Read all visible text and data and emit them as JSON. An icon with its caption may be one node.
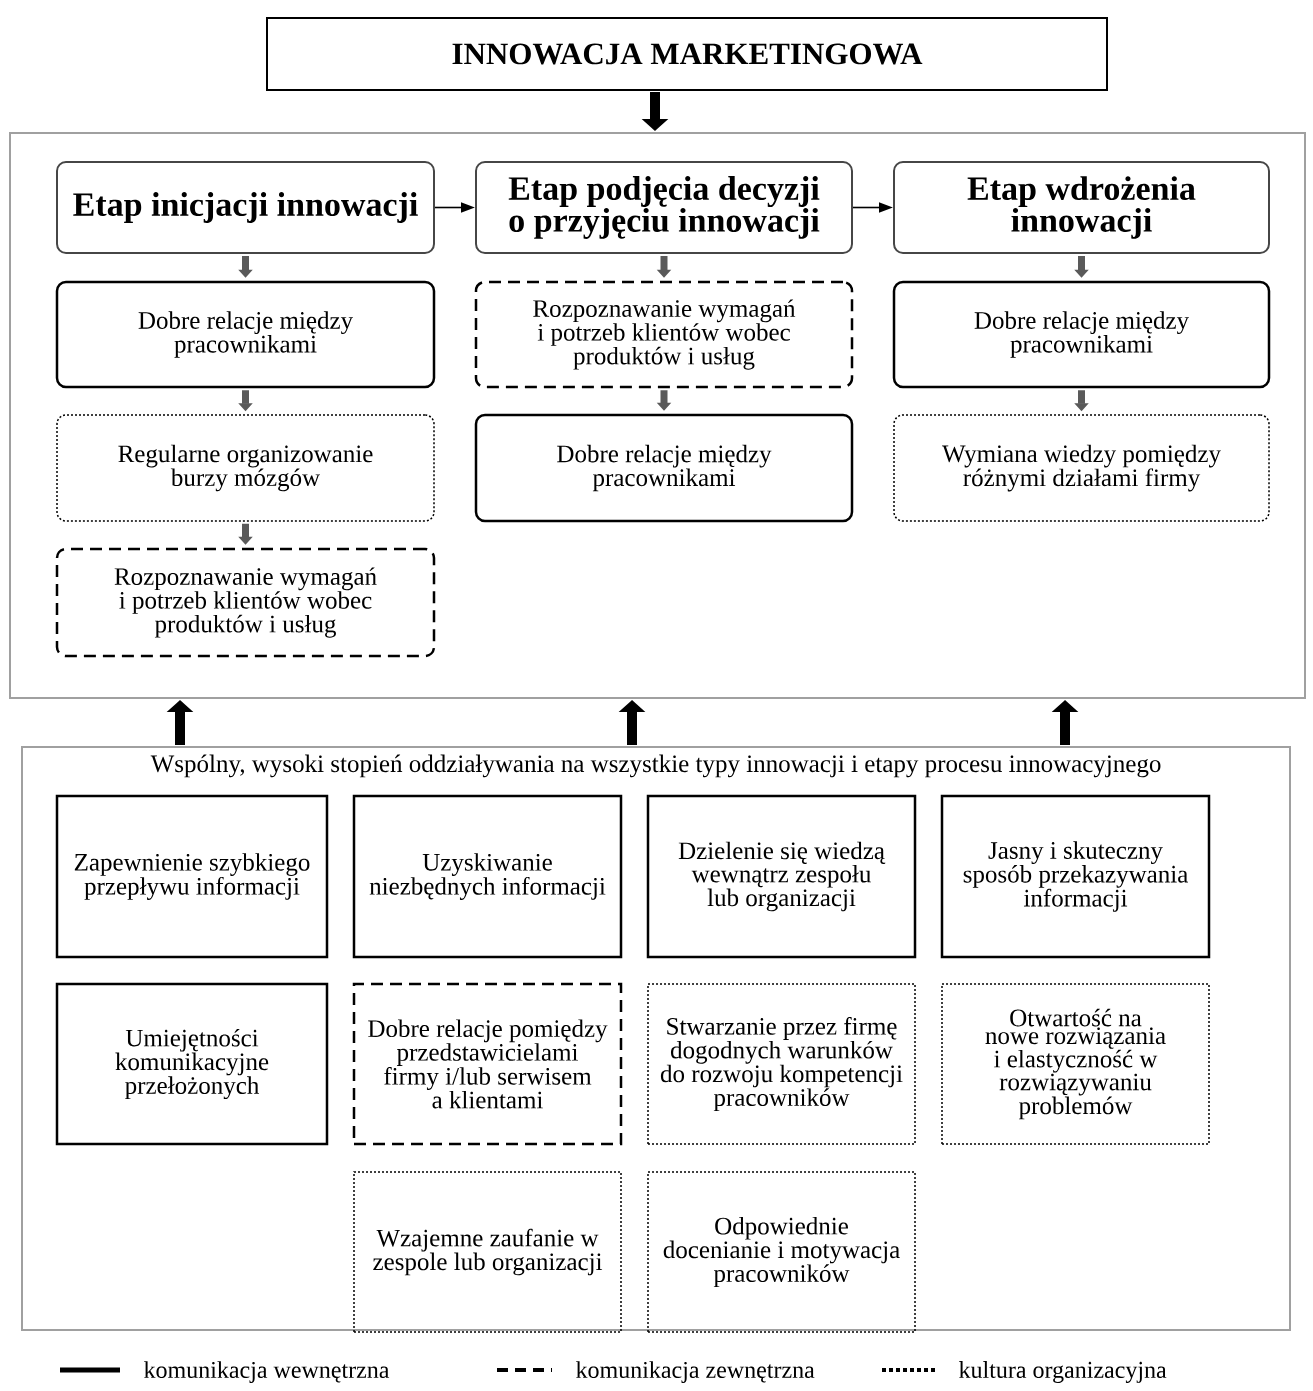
{
  "diagram": {
    "nodes": [
      {
        "text": [
          "INNOWACJA MARKETINGOWA"
        ]
      },
      {
        "text": [],
        "shape": "box"
      },
      {
        "text": [
          "Etap inicjacji innowacji"
        ],
        "in": 1
      },
      {
        "text": [
          "Etap podjęcia decyzji o przyjęciu innowacji"
        ],
        "in": 1
      },
      {
        "text": [
          "Etap wdrożenia innowacji"
        ],
        "in": 1
      },
      {
        "text": [
          "Dobre relacje między pracownikami"
        ],
        "in": 1
      },
      {
        "text": [
          "Regularne organizowanie burzy mózgów"
        ],
        "in": 1
      },
      {
        "text": [
          "Rozpoznawanie wymagań i potrzeb klientów wobec produktów i usług"
        ],
        "in": 1
      },
      {
        "text": [
          "Rozpoznawanie wymagań i potrzeb klientów wobec produktów i usług"
        ],
        "in": 1
      },
      {
        "text": [
          "Dobre relacje między pracownikami"
        ],
        "in": 1
      },
      {
        "text": [
          "Dobre relacje między pracownikami"
        ],
        "in": 1
      },
      {
        "text": [
          "Wymiana wiedzy pomiędzy różnymi działami firmy"
        ],
        "in": 1
      },
      {
        "text": [
          "Wspólny, wysoki stopień oddziaływania na wszystkie typy innowacji i etapy procesu innowacyjnego"
        ]
      },
      {
        "text": [
          "Zapewnienie szybkiego przepływu informacji"
        ],
        "in": 12
      },
      {
        "text": [
          "Uzyskiwanie niezbędnych informacji"
        ],
        "in": 12
      },
      {
        "text": [
          "Dzielenie się wiedzą wewnątrz zespołu lub organizacji"
        ],
        "in": 12
      },
      {
        "text": [
          "Jasny i skuteczny sposób przekazywania informacji"
        ],
        "in": 12
      },
      {
        "text": [
          "Umiejętności komunikacyjne przełożonych"
        ],
        "in": 12
      },
      {
        "text": [
          "Dobre relacje pomiędzy przedstawicielami firmy i/lub serwisem a klientami"
        ],
        "in": 12
      },
      {
        "text": [
          "Stwarzanie przez firmę dogodnych warunków do rozwoju kompetencji pracowników"
        ],
        "in": 12
      },
      {
        "text": [
          "Otwartość na nowe rozwiązania i elastyczność w rozwiązywaniu problemów"
        ],
        "in": 12
      },
      {
        "text": [
          "Wzajemne zaufanie w zespole lub organizacji"
        ],
        "in": 12
      },
      {
        "text": [
          "Odpowiednie docenianie i motywacja pracowników"
        ],
        "in": 12
      }
    ],
    "edges": [
      {
        "from": 0,
        "to": 1,
        "arrow": "to",
        "color": "#000000"
      },
      {
        "from": 2,
        "to": 3,
        "arrow": "to",
        "color": "#000000"
      },
      {
        "from": 3,
        "to": 4,
        "arrow": "to",
        "color": "#000000"
      },
      {
        "from": 2,
        "to": 5,
        "arrow": "to"
      },
      {
        "from": 5,
        "to": 6,
        "arrow": "to"
      },
      {
        "from": 6,
        "to": 7,
        "arrow": "to"
      },
      {
        "from": 3,
        "to": 8,
        "arrow": "to"
      },
      {
        "from": 8,
        "to": 9,
        "arrow": "to"
      },
      {
        "from": 4,
        "to": 10,
        "arrow": "to"
      },
      {
        "from": 10,
        "to": 11,
        "arrow": "to"
      },
      {
        "from": 12,
        "to": 1,
        "arrow": "to",
        "color": "#000000"
      },
      {
        "from": 12,
        "to": 1,
        "arrow": "to",
        "color": "#000000"
      },
      {
        "from": 12,
        "to": 1,
        "arrow": "to",
        "color": "#000000"
      }
    ],
    "legend": [
      {
        "text": "komunikacja wewnętrzna"
      },
      {
        "text": "komunikacja zewnętrzna"
      },
      {
        "text": "kultura organizacyjna"
      }
    ]
  }
}
